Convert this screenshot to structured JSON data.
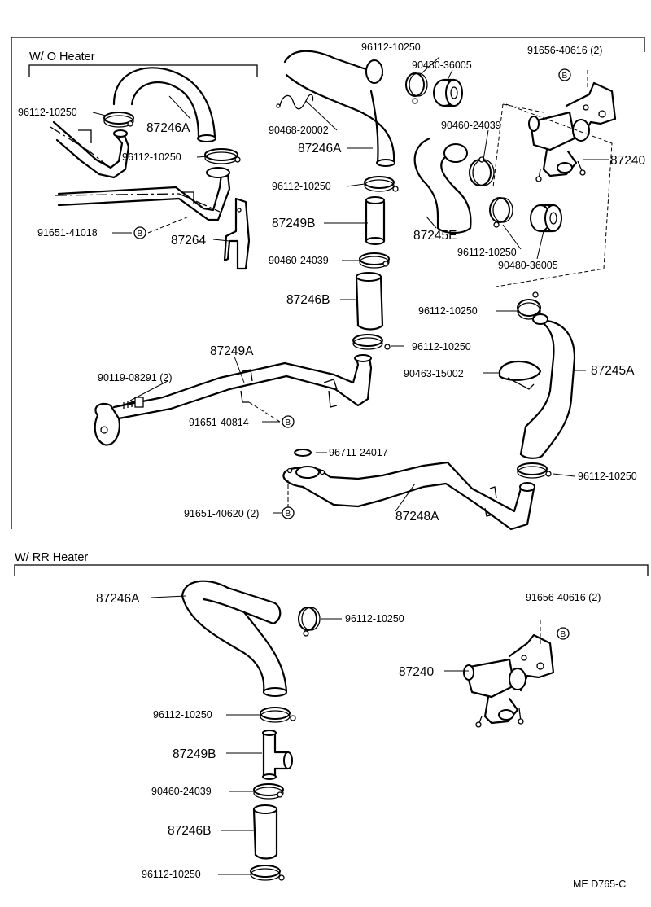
{
  "sections": {
    "wo_heater": "W/ O Heater",
    "rr_heater": "W/ RR Heater"
  },
  "labels": {
    "wo": {
      "c_96112_a": "96112-10250",
      "c_90480_a": "90480-36005",
      "bolt_91656": "91656-40616 (2)",
      "marker_b1": "B",
      "c_96112_b": "96112-10250",
      "hose_87246A_left": "87246A",
      "wire_90468": "90468-20002",
      "hose_87246A_mid": "87246A",
      "c_90460_a": "90460-24039",
      "valve_87240": "87240",
      "c_96112_c": "96112-10250",
      "c_96112_d": "96112-10250",
      "pipe_87249B": "87249B",
      "hose_87245E": "87245E",
      "bolt_91651_41018": "91651-41018",
      "marker_b2": "B",
      "bracket_87264": "87264",
      "c_96112_e": "96112-10250",
      "c_90460_b": "90460-24039",
      "c_90480_b": "90480-36005",
      "hose_87246B": "87246B",
      "c_96112_f": "96112-10250",
      "pipe_87249A": "87249A",
      "c_96112_g": "96112-10250",
      "hose_87245A": "87245A",
      "bolt_90119": "90119-08291 (2)",
      "band_90463": "90463-15002",
      "bolt_91651_40814": "91651-40814",
      "marker_b3": "B",
      "gasket_96711": "96711-24017",
      "c_96112_h": "96112-10250",
      "bolt_91651_40620": "91651-40620 (2)",
      "marker_b4": "B",
      "pipe_87248A": "87248A"
    },
    "rr": {
      "hose_87246A": "87246A",
      "c_96112_a": "96112-10250",
      "bolt_91656": "91656-40616 (2)",
      "marker_b": "B",
      "valve_87240": "87240",
      "c_96112_b": "96112-10250",
      "pipe_87249B": "87249B",
      "c_90460": "90460-24039",
      "hose_87246B": "87246B",
      "c_96112_c": "96112-10250"
    }
  },
  "footer": "ME  D765-C"
}
